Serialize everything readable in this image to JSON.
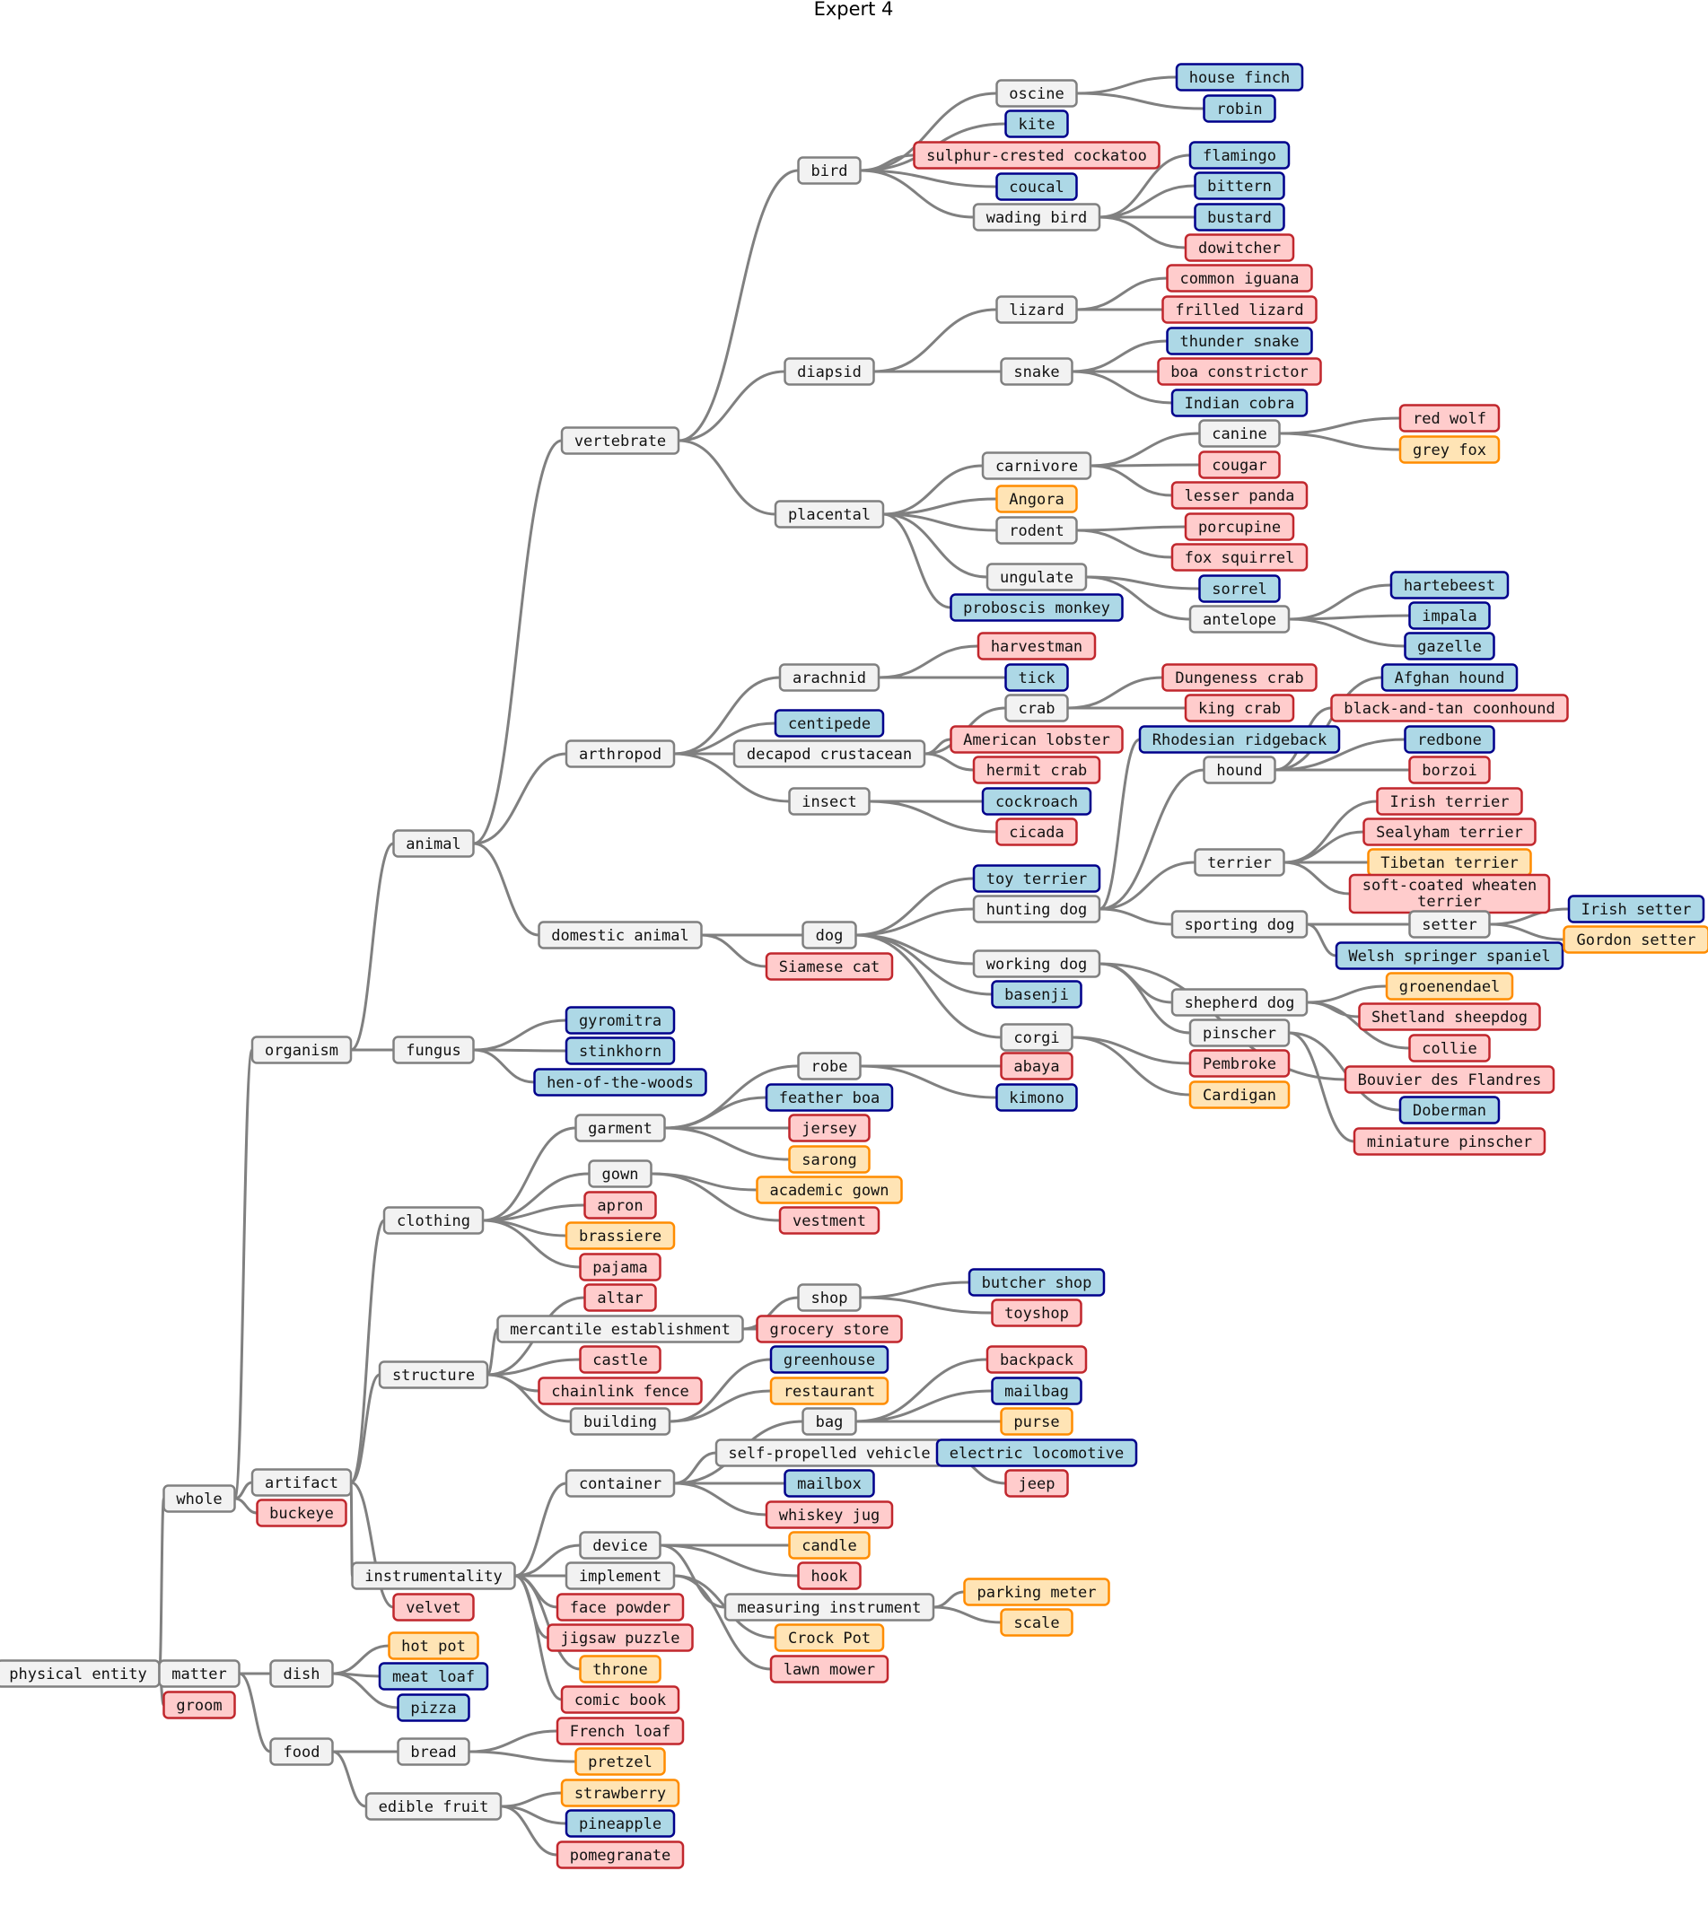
{
  "title": "Expert 4",
  "colors": {
    "grey": {
      "fill": "#f2f2f2",
      "stroke": "#808080"
    },
    "red": {
      "fill": "#ffcccc",
      "stroke": "#c1272d"
    },
    "blue": {
      "fill": "#add8e6",
      "stroke": "#00008b"
    },
    "orange": {
      "fill": "#ffe4b5",
      "stroke": "#ff8c00"
    },
    "edge": "#808080"
  },
  "nodes": [
    {
      "id": "physical-entity",
      "label": "physical entity",
      "cat": "grey",
      "parent": ""
    },
    {
      "id": "whole",
      "label": "whole",
      "cat": "grey",
      "parent": "physical-entity"
    },
    {
      "id": "matter",
      "label": "matter",
      "cat": "grey",
      "parent": "physical-entity"
    },
    {
      "id": "groom",
      "label": "groom",
      "cat": "red",
      "parent": "physical-entity"
    },
    {
      "id": "organism",
      "label": "organism",
      "cat": "grey",
      "parent": "whole"
    },
    {
      "id": "artifact",
      "label": "artifact",
      "cat": "grey",
      "parent": "whole"
    },
    {
      "id": "buckeye",
      "label": "buckeye",
      "cat": "red",
      "parent": "whole"
    },
    {
      "id": "dish",
      "label": "dish",
      "cat": "grey",
      "parent": "matter"
    },
    {
      "id": "food",
      "label": "food",
      "cat": "grey",
      "parent": "matter"
    },
    {
      "id": "animal",
      "label": "animal",
      "cat": "grey",
      "parent": "organism"
    },
    {
      "id": "fungus",
      "label": "fungus",
      "cat": "grey",
      "parent": "organism"
    },
    {
      "id": "vertebrate",
      "label": "vertebrate",
      "cat": "grey",
      "parent": "animal"
    },
    {
      "id": "arthropod",
      "label": "arthropod",
      "cat": "grey",
      "parent": "animal"
    },
    {
      "id": "domestic-animal",
      "label": "domestic animal",
      "cat": "grey",
      "parent": "animal"
    },
    {
      "id": "bird",
      "label": "bird",
      "cat": "grey",
      "parent": "vertebrate"
    },
    {
      "id": "diapsid",
      "label": "diapsid",
      "cat": "grey",
      "parent": "vertebrate"
    },
    {
      "id": "placental",
      "label": "placental",
      "cat": "grey",
      "parent": "vertebrate"
    },
    {
      "id": "oscine",
      "label": "oscine",
      "cat": "grey",
      "parent": "bird"
    },
    {
      "id": "kite",
      "label": "kite",
      "cat": "blue",
      "parent": "bird"
    },
    {
      "id": "sulphur-crested-cockatoo",
      "label": "sulphur-crested cockatoo",
      "cat": "red",
      "parent": "bird"
    },
    {
      "id": "coucal",
      "label": "coucal",
      "cat": "blue",
      "parent": "bird"
    },
    {
      "id": "wading-bird",
      "label": "wading bird",
      "cat": "grey",
      "parent": "bird"
    },
    {
      "id": "house-finch",
      "label": "house finch",
      "cat": "blue",
      "parent": "oscine"
    },
    {
      "id": "robin",
      "label": "robin",
      "cat": "blue",
      "parent": "oscine"
    },
    {
      "id": "flamingo",
      "label": "flamingo",
      "cat": "blue",
      "parent": "wading-bird"
    },
    {
      "id": "bittern",
      "label": "bittern",
      "cat": "blue",
      "parent": "wading-bird"
    },
    {
      "id": "bustard",
      "label": "bustard",
      "cat": "blue",
      "parent": "wading-bird"
    },
    {
      "id": "dowitcher",
      "label": "dowitcher",
      "cat": "red",
      "parent": "wading-bird"
    },
    {
      "id": "lizard",
      "label": "lizard",
      "cat": "grey",
      "parent": "diapsid"
    },
    {
      "id": "snake",
      "label": "snake",
      "cat": "grey",
      "parent": "diapsid"
    },
    {
      "id": "common-iguana",
      "label": "common iguana",
      "cat": "red",
      "parent": "lizard"
    },
    {
      "id": "frilled-lizard",
      "label": "frilled lizard",
      "cat": "red",
      "parent": "lizard"
    },
    {
      "id": "thunder-snake",
      "label": "thunder snake",
      "cat": "blue",
      "parent": "snake"
    },
    {
      "id": "boa-constrictor",
      "label": "boa constrictor",
      "cat": "red",
      "parent": "snake"
    },
    {
      "id": "indian-cobra",
      "label": "Indian cobra",
      "cat": "blue",
      "parent": "snake"
    },
    {
      "id": "carnivore",
      "label": "carnivore",
      "cat": "grey",
      "parent": "placental"
    },
    {
      "id": "angora",
      "label": "Angora",
      "cat": "orange",
      "parent": "placental"
    },
    {
      "id": "rodent",
      "label": "rodent",
      "cat": "grey",
      "parent": "placental"
    },
    {
      "id": "ungulate",
      "label": "ungulate",
      "cat": "grey",
      "parent": "placental"
    },
    {
      "id": "proboscis-monkey",
      "label": "proboscis monkey",
      "cat": "blue",
      "parent": "placental"
    },
    {
      "id": "canine",
      "label": "canine",
      "cat": "grey",
      "parent": "carnivore"
    },
    {
      "id": "cougar",
      "label": "cougar",
      "cat": "red",
      "parent": "carnivore"
    },
    {
      "id": "lesser-panda",
      "label": "lesser panda",
      "cat": "red",
      "parent": "carnivore"
    },
    {
      "id": "red-wolf",
      "label": "red wolf",
      "cat": "red",
      "parent": "canine"
    },
    {
      "id": "grey-fox",
      "label": "grey fox",
      "cat": "orange",
      "parent": "canine"
    },
    {
      "id": "porcupine",
      "label": "porcupine",
      "cat": "red",
      "parent": "rodent"
    },
    {
      "id": "fox-squirrel",
      "label": "fox squirrel",
      "cat": "red",
      "parent": "rodent"
    },
    {
      "id": "sorrel",
      "label": "sorrel",
      "cat": "blue",
      "parent": "ungulate"
    },
    {
      "id": "antelope",
      "label": "antelope",
      "cat": "grey",
      "parent": "ungulate"
    },
    {
      "id": "hartebeest",
      "label": "hartebeest",
      "cat": "blue",
      "parent": "antelope"
    },
    {
      "id": "impala",
      "label": "impala",
      "cat": "blue",
      "parent": "antelope"
    },
    {
      "id": "gazelle",
      "label": "gazelle",
      "cat": "blue",
      "parent": "antelope"
    },
    {
      "id": "arachnid",
      "label": "arachnid",
      "cat": "grey",
      "parent": "arthropod"
    },
    {
      "id": "centipede",
      "label": "centipede",
      "cat": "blue",
      "parent": "arthropod"
    },
    {
      "id": "decapod-crustacean",
      "label": "decapod crustacean",
      "cat": "grey",
      "parent": "arthropod"
    },
    {
      "id": "insect",
      "label": "insect",
      "cat": "grey",
      "parent": "arthropod"
    },
    {
      "id": "harvestman",
      "label": "harvestman",
      "cat": "red",
      "parent": "arachnid"
    },
    {
      "id": "tick",
      "label": "tick",
      "cat": "blue",
      "parent": "arachnid"
    },
    {
      "id": "crab",
      "label": "crab",
      "cat": "grey",
      "parent": "decapod-crustacean"
    },
    {
      "id": "american-lobster",
      "label": "American lobster",
      "cat": "red",
      "parent": "decapod-crustacean"
    },
    {
      "id": "hermit-crab",
      "label": "hermit crab",
      "cat": "red",
      "parent": "decapod-crustacean"
    },
    {
      "id": "dungeness-crab",
      "label": "Dungeness crab",
      "cat": "red",
      "parent": "crab"
    },
    {
      "id": "king-crab",
      "label": "king crab",
      "cat": "red",
      "parent": "crab"
    },
    {
      "id": "cockroach",
      "label": "cockroach",
      "cat": "blue",
      "parent": "insect"
    },
    {
      "id": "cicada",
      "label": "cicada",
      "cat": "red",
      "parent": "insect"
    },
    {
      "id": "dog",
      "label": "dog",
      "cat": "grey",
      "parent": "domestic-animal"
    },
    {
      "id": "siamese-cat",
      "label": "Siamese cat",
      "cat": "red",
      "parent": "domestic-animal"
    },
    {
      "id": "toy-terrier",
      "label": "toy terrier",
      "cat": "blue",
      "parent": "dog"
    },
    {
      "id": "hunting-dog",
      "label": "hunting dog",
      "cat": "grey",
      "parent": "dog"
    },
    {
      "id": "working-dog",
      "label": "working dog",
      "cat": "grey",
      "parent": "dog"
    },
    {
      "id": "basenji",
      "label": "basenji",
      "cat": "blue",
      "parent": "dog"
    },
    {
      "id": "corgi",
      "label": "corgi",
      "cat": "grey",
      "parent": "dog"
    },
    {
      "id": "rhodesian-ridgeback",
      "label": "Rhodesian ridgeback",
      "cat": "blue",
      "parent": "hunting-dog"
    },
    {
      "id": "hound",
      "label": "hound",
      "cat": "grey",
      "parent": "hunting-dog"
    },
    {
      "id": "terrier",
      "label": "terrier",
      "cat": "grey",
      "parent": "hunting-dog"
    },
    {
      "id": "sporting-dog",
      "label": "sporting dog",
      "cat": "grey",
      "parent": "hunting-dog"
    },
    {
      "id": "afghan-hound",
      "label": "Afghan hound",
      "cat": "blue",
      "parent": "hound"
    },
    {
      "id": "black-and-tan-coonhound",
      "label": "black-and-tan coonhound",
      "cat": "red",
      "parent": "hound"
    },
    {
      "id": "redbone",
      "label": "redbone",
      "cat": "blue",
      "parent": "hound"
    },
    {
      "id": "borzoi",
      "label": "borzoi",
      "cat": "red",
      "parent": "hound"
    },
    {
      "id": "irish-terrier",
      "label": "Irish terrier",
      "cat": "red",
      "parent": "terrier"
    },
    {
      "id": "sealyham-terrier",
      "label": "Sealyham terrier",
      "cat": "red",
      "parent": "terrier"
    },
    {
      "id": "tibetan-terrier",
      "label": "Tibetan terrier",
      "cat": "orange",
      "parent": "terrier"
    },
    {
      "id": "soft-coated-wheaten-terrier",
      "label": "soft-coated wheaten terrier",
      "label2": [
        "soft-coated wheaten",
        "terrier"
      ],
      "cat": "red",
      "parent": "terrier"
    },
    {
      "id": "setter",
      "label": "setter",
      "cat": "grey",
      "parent": "sporting-dog"
    },
    {
      "id": "welsh-springer-spaniel",
      "label": "Welsh springer spaniel",
      "cat": "blue",
      "parent": "sporting-dog"
    },
    {
      "id": "irish-setter",
      "label": "Irish setter",
      "cat": "blue",
      "parent": "setter"
    },
    {
      "id": "gordon-setter",
      "label": "Gordon setter",
      "cat": "orange",
      "parent": "setter"
    },
    {
      "id": "shepherd-dog",
      "label": "shepherd dog",
      "cat": "grey",
      "parent": "working-dog"
    },
    {
      "id": "pinscher",
      "label": "pinscher",
      "cat": "grey",
      "parent": "working-dog"
    },
    {
      "id": "bouvier-des-flandres",
      "label": "Bouvier des Flandres",
      "cat": "red",
      "parent": "working-dog"
    },
    {
      "id": "groenendael",
      "label": "groenendael",
      "cat": "orange",
      "parent": "shepherd-dog"
    },
    {
      "id": "shetland-sheepdog",
      "label": "Shetland sheepdog",
      "cat": "red",
      "parent": "shepherd-dog"
    },
    {
      "id": "collie",
      "label": "collie",
      "cat": "red",
      "parent": "shepherd-dog"
    },
    {
      "id": "doberman",
      "label": "Doberman",
      "cat": "blue",
      "parent": "pinscher"
    },
    {
      "id": "miniature-pinscher",
      "label": "miniature pinscher",
      "cat": "red",
      "parent": "pinscher"
    },
    {
      "id": "pembroke",
      "label": "Pembroke",
      "cat": "red",
      "parent": "corgi"
    },
    {
      "id": "cardigan",
      "label": "Cardigan",
      "cat": "orange",
      "parent": "corgi"
    },
    {
      "id": "gyromitra",
      "label": "gyromitra",
      "cat": "blue",
      "parent": "fungus"
    },
    {
      "id": "stinkhorn",
      "label": "stinkhorn",
      "cat": "blue",
      "parent": "fungus"
    },
    {
      "id": "hen-of-the-woods",
      "label": "hen-of-the-woods",
      "cat": "blue",
      "parent": "fungus"
    },
    {
      "id": "clothing",
      "label": "clothing",
      "cat": "grey",
      "parent": "artifact"
    },
    {
      "id": "structure",
      "label": "structure",
      "cat": "grey",
      "parent": "artifact"
    },
    {
      "id": "instrumentality",
      "label": "instrumentality",
      "cat": "grey",
      "parent": "artifact"
    },
    {
      "id": "velvet",
      "label": "velvet",
      "cat": "red",
      "parent": "artifact"
    },
    {
      "id": "garment",
      "label": "garment",
      "cat": "grey",
      "parent": "clothing"
    },
    {
      "id": "gown",
      "label": "gown",
      "cat": "grey",
      "parent": "clothing"
    },
    {
      "id": "apron",
      "label": "apron",
      "cat": "red",
      "parent": "clothing"
    },
    {
      "id": "brassiere",
      "label": "brassiere",
      "cat": "orange",
      "parent": "clothing"
    },
    {
      "id": "pajama",
      "label": "pajama",
      "cat": "red",
      "parent": "clothing"
    },
    {
      "id": "robe",
      "label": "robe",
      "cat": "grey",
      "parent": "garment"
    },
    {
      "id": "feather-boa",
      "label": "feather boa",
      "cat": "blue",
      "parent": "garment"
    },
    {
      "id": "jersey",
      "label": "jersey",
      "cat": "red",
      "parent": "garment"
    },
    {
      "id": "sarong",
      "label": "sarong",
      "cat": "orange",
      "parent": "garment"
    },
    {
      "id": "abaya",
      "label": "abaya",
      "cat": "red",
      "parent": "robe"
    },
    {
      "id": "kimono",
      "label": "kimono",
      "cat": "blue",
      "parent": "robe"
    },
    {
      "id": "academic-gown",
      "label": "academic gown",
      "cat": "orange",
      "parent": "gown"
    },
    {
      "id": "vestment",
      "label": "vestment",
      "cat": "red",
      "parent": "gown"
    },
    {
      "id": "altar",
      "label": "altar",
      "cat": "red",
      "parent": "structure"
    },
    {
      "id": "mercantile-establishment",
      "label": "mercantile establishment",
      "cat": "grey",
      "parent": "structure"
    },
    {
      "id": "castle",
      "label": "castle",
      "cat": "red",
      "parent": "structure"
    },
    {
      "id": "chainlink-fence",
      "label": "chainlink fence",
      "cat": "red",
      "parent": "structure"
    },
    {
      "id": "building",
      "label": "building",
      "cat": "grey",
      "parent": "structure"
    },
    {
      "id": "shop",
      "label": "shop",
      "cat": "grey",
      "parent": "mercantile-establishment"
    },
    {
      "id": "grocery-store",
      "label": "grocery store",
      "cat": "red",
      "parent": "mercantile-establishment"
    },
    {
      "id": "butcher-shop",
      "label": "butcher shop",
      "cat": "blue",
      "parent": "shop"
    },
    {
      "id": "toyshop",
      "label": "toyshop",
      "cat": "red",
      "parent": "shop"
    },
    {
      "id": "greenhouse",
      "label": "greenhouse",
      "cat": "blue",
      "parent": "building"
    },
    {
      "id": "restaurant",
      "label": "restaurant",
      "cat": "orange",
      "parent": "building"
    },
    {
      "id": "container",
      "label": "container",
      "cat": "grey",
      "parent": "instrumentality"
    },
    {
      "id": "device",
      "label": "device",
      "cat": "grey",
      "parent": "instrumentality"
    },
    {
      "id": "implement",
      "label": "implement",
      "cat": "grey",
      "parent": "instrumentality"
    },
    {
      "id": "face-powder",
      "label": "face powder",
      "cat": "red",
      "parent": "instrumentality"
    },
    {
      "id": "jigsaw-puzzle",
      "label": "jigsaw puzzle",
      "cat": "red",
      "parent": "instrumentality"
    },
    {
      "id": "throne",
      "label": "throne",
      "cat": "orange",
      "parent": "instrumentality"
    },
    {
      "id": "comic-book",
      "label": "comic book",
      "cat": "red",
      "parent": "instrumentality"
    },
    {
      "id": "bag",
      "label": "bag",
      "cat": "grey",
      "parent": "container"
    },
    {
      "id": "self-propelled-vehicle",
      "label": "self-propelled vehicle",
      "cat": "grey",
      "parent": "container"
    },
    {
      "id": "mailbox",
      "label": "mailbox",
      "cat": "blue",
      "parent": "container"
    },
    {
      "id": "whiskey-jug",
      "label": "whiskey jug",
      "cat": "red",
      "parent": "container"
    },
    {
      "id": "backpack",
      "label": "backpack",
      "cat": "red",
      "parent": "bag"
    },
    {
      "id": "mailbag",
      "label": "mailbag",
      "cat": "blue",
      "parent": "bag"
    },
    {
      "id": "purse",
      "label": "purse",
      "cat": "orange",
      "parent": "bag"
    },
    {
      "id": "electric-locomotive",
      "label": "electric locomotive",
      "cat": "blue",
      "parent": "self-propelled-vehicle"
    },
    {
      "id": "jeep",
      "label": "jeep",
      "cat": "red",
      "parent": "self-propelled-vehicle"
    },
    {
      "id": "candle",
      "label": "candle",
      "cat": "orange",
      "parent": "device"
    },
    {
      "id": "hook",
      "label": "hook",
      "cat": "red",
      "parent": "device"
    },
    {
      "id": "measuring-instrument",
      "label": "measuring instrument",
      "cat": "grey",
      "parent": "device"
    },
    {
      "id": "crock-pot",
      "label": "Crock Pot",
      "cat": "orange",
      "parent": "implement"
    },
    {
      "id": "lawn-mower",
      "label": "lawn mower",
      "cat": "red",
      "parent": "implement"
    },
    {
      "id": "parking-meter",
      "label": "parking meter",
      "cat": "orange",
      "parent": "measuring-instrument"
    },
    {
      "id": "scale",
      "label": "scale",
      "cat": "orange",
      "parent": "measuring-instrument"
    },
    {
      "id": "hot-pot",
      "label": "hot pot",
      "cat": "orange",
      "parent": "dish"
    },
    {
      "id": "meat-loaf",
      "label": "meat loaf",
      "cat": "blue",
      "parent": "dish"
    },
    {
      "id": "pizza",
      "label": "pizza",
      "cat": "blue",
      "parent": "dish"
    },
    {
      "id": "bread",
      "label": "bread",
      "cat": "grey",
      "parent": "food"
    },
    {
      "id": "edible-fruit",
      "label": "edible fruit",
      "cat": "grey",
      "parent": "food"
    },
    {
      "id": "french-loaf",
      "label": "French loaf",
      "cat": "red",
      "parent": "bread"
    },
    {
      "id": "pretzel",
      "label": "pretzel",
      "cat": "orange",
      "parent": "bread"
    },
    {
      "id": "strawberry",
      "label": "strawberry",
      "cat": "orange",
      "parent": "edible-fruit"
    },
    {
      "id": "pineapple",
      "label": "pineapple",
      "cat": "blue",
      "parent": "edible-fruit"
    },
    {
      "id": "pomegranate",
      "label": "pomegranate",
      "cat": "red",
      "parent": "edible-fruit"
    }
  ]
}
